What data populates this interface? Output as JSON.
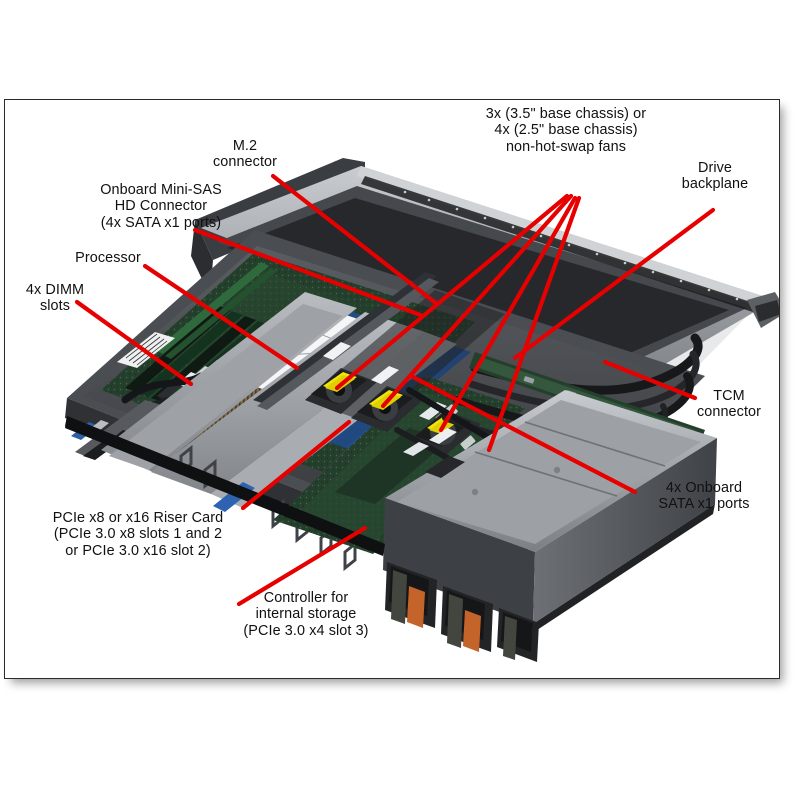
{
  "figure": {
    "title": "1U rack server internal component callout diagram",
    "subject": "rack-mount server chassis, top cover removed, viewed from front-left at an angle",
    "background_color": "#ffffff",
    "frame_border_color": "#2b2b2b",
    "leader_line_color": "#e60000",
    "text_color": "#111111",
    "callouts": [
      {
        "id": "fans",
        "text": "3x (3.5\" base chassis) or\n4x (2.5\" base chassis)\nnon-hot-swap fans",
        "align": "center"
      },
      {
        "id": "drive-backplane",
        "text": "Drive\nbackplane",
        "align": "center"
      },
      {
        "id": "m2-connector",
        "text": "M.2\nconnector",
        "align": "center"
      },
      {
        "id": "onboard-mini-sas",
        "text": "Onboard Mini-SAS\nHD Connector\n(4x SATA x1 ports)",
        "align": "center"
      },
      {
        "id": "processor",
        "text": "Processor",
        "align": "center"
      },
      {
        "id": "dimm-slots",
        "text": "4x DIMM\nslots",
        "align": "center"
      },
      {
        "id": "tcm-connector",
        "text": "TCM\nconnector",
        "align": "center"
      },
      {
        "id": "onboard-sata-ports",
        "text": "4x Onboard\nSATA x1 ports",
        "align": "center"
      },
      {
        "id": "riser-card",
        "text": "PCIe x8 or x16 Riser Card\n(PCIe 3.0 x8 slots 1 and 2\nor PCIe 3.0 x16 slot 2)",
        "align": "center"
      },
      {
        "id": "internal-storage-controller",
        "text": "Controller for\ninternal storage\n(PCIe 3.0 x4 slot 3)",
        "align": "center"
      }
    ],
    "colors": {
      "leader_red": "#e60000",
      "chassis_gray": "#8e9094",
      "chassis_dark": "#3b3d40",
      "motherboard_green": "#2f4d33",
      "motherboard_blue": "#2a5a9e",
      "heatsink_copper": "#8a7152",
      "fan_tab_yellow": "#f2e20c",
      "drive_latch_orange": "#c4632a",
      "cable_black": "#1d1d1d",
      "label_white": "#f2f4f6"
    },
    "component_counts": {
      "fans_visible": 4,
      "dimm_slots": 4,
      "drive_bays_visible": 3,
      "riser_slots": 3
    }
  }
}
